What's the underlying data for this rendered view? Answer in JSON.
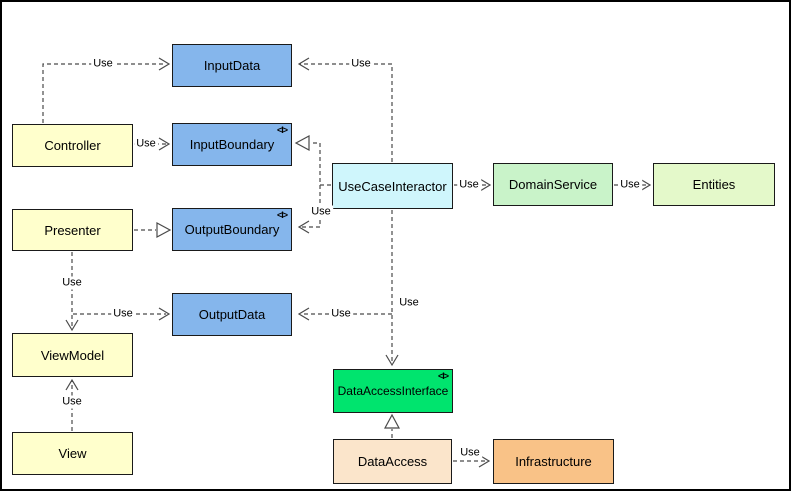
{
  "nodes": [
    {
      "id": "controller",
      "label": "Controller",
      "fill": "#FFFFCC"
    },
    {
      "id": "presenter",
      "label": "Presenter",
      "fill": "#FFFFCC"
    },
    {
      "id": "view-model",
      "label": "ViewModel",
      "fill": "#FFFFCC"
    },
    {
      "id": "view",
      "label": "View",
      "fill": "#FFFFCC"
    },
    {
      "id": "input-data",
      "label": "InputData",
      "fill": "#85B6EC"
    },
    {
      "id": "input-boundary",
      "label": "InputBoundary",
      "fill": "#85B6EC",
      "stereotype": "<I>"
    },
    {
      "id": "output-boundary",
      "label": "OutputBoundary",
      "fill": "#85B6EC",
      "stereotype": "<I>"
    },
    {
      "id": "output-data",
      "label": "OutputData",
      "fill": "#85B6EC"
    },
    {
      "id": "use-case-interactor",
      "label": "UseCaseInteractor",
      "fill": "#CFF6FC"
    },
    {
      "id": "domain-service",
      "label": "DomainService",
      "fill": "#C9F3C9"
    },
    {
      "id": "entities",
      "label": "Entities",
      "fill": "#E4F9CA"
    },
    {
      "id": "data-access-interface",
      "label": "DataAccessInterface",
      "fill": "#00E46E",
      "stereotype": "<I>"
    },
    {
      "id": "data-access",
      "label": "DataAccess",
      "fill": "#FBE5CB"
    },
    {
      "id": "infrastructure",
      "label": "Infrastructure",
      "fill": "#F9C287"
    }
  ],
  "edges": [
    {
      "id": "controller-uses-input-data",
      "type": "use-dependency",
      "label": "Use"
    },
    {
      "id": "controller-uses-input-boundary",
      "type": "use-dependency",
      "label": "Use"
    },
    {
      "id": "presenter-implements-output-boundary",
      "type": "realization",
      "label": ""
    },
    {
      "id": "presenter-uses-view-model",
      "type": "use-dependency",
      "label": "Use"
    },
    {
      "id": "presenter-uses-output-data",
      "type": "use-dependency",
      "label": "Use"
    },
    {
      "id": "view-uses-view-model",
      "type": "use-dependency",
      "label": "Use"
    },
    {
      "id": "use-case-interactor-uses-input-data",
      "type": "use-dependency",
      "label": "Use"
    },
    {
      "id": "use-case-interactor-implements-input-boundary",
      "type": "realization",
      "label": ""
    },
    {
      "id": "use-case-interactor-uses-output-boundary",
      "type": "use-dependency",
      "label": "Use"
    },
    {
      "id": "use-case-interactor-uses-domain-service",
      "type": "use-dependency",
      "label": "Use"
    },
    {
      "id": "domain-service-uses-entities",
      "type": "use-dependency",
      "label": "Use"
    },
    {
      "id": "use-case-interactor-uses-data-access-interface",
      "type": "use-dependency",
      "label": "Use"
    },
    {
      "id": "use-case-interactor-uses-output-data",
      "type": "use-dependency",
      "label": "Use"
    },
    {
      "id": "data-access-implements-data-access-interface",
      "type": "realization",
      "label": ""
    },
    {
      "id": "data-access-uses-infrastructure",
      "type": "use-dependency",
      "label": "Use"
    }
  ],
  "colors": {
    "edge_stroke": "#4a4a4a",
    "node_border": "#1a1a1a",
    "canvas_border": "#000000",
    "background": "#ffffff"
  }
}
